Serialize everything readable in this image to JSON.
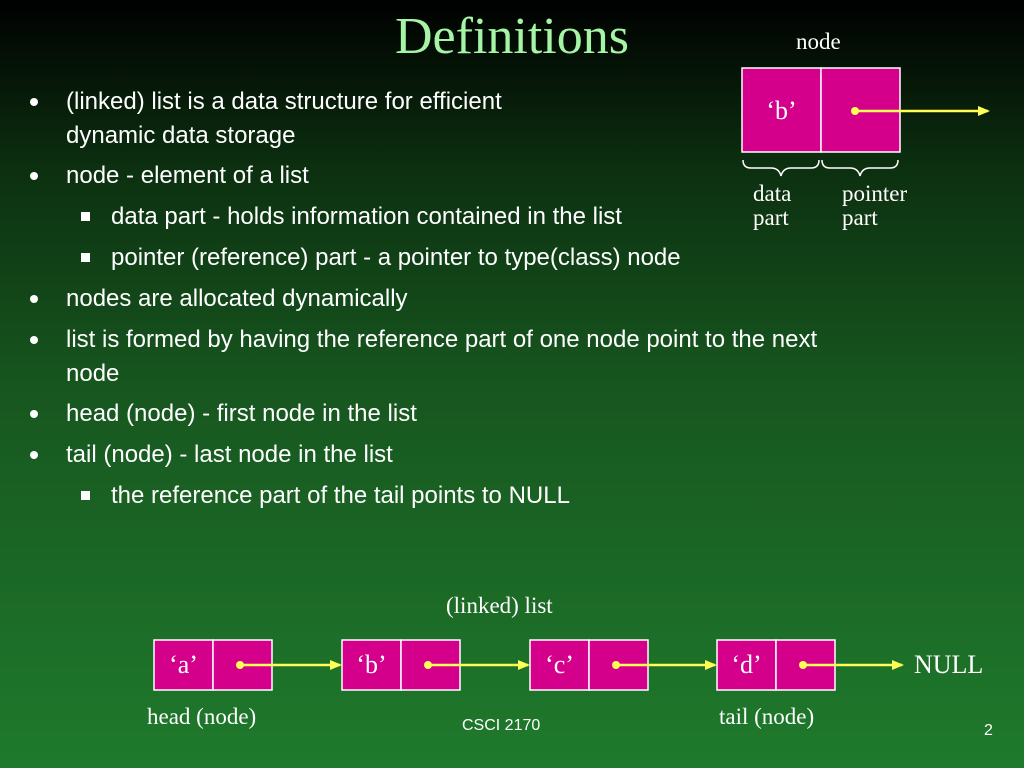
{
  "slide": {
    "title": "Definitions",
    "bullets": [
      {
        "line1": "(linked) list is a data structure for efficient",
        "line2": "dynamic data storage"
      },
      {
        "text": "node - element of a list"
      },
      {
        "text": "data part - holds information contained in the list"
      },
      {
        "text": "pointer (reference) part - a pointer to type(class) node"
      },
      {
        "text": "nodes are allocated dynamically"
      },
      {
        "line1": "list is formed by having the reference part of one node point to the next",
        "line2": "node"
      },
      {
        "text": "head (node) - first node in the list"
      },
      {
        "text": "tail (node) - last node in the list"
      },
      {
        "text": "the reference part of the tail points to NULL"
      }
    ]
  },
  "node_diagram": {
    "label": "node",
    "data_value": "‘b’",
    "data_part_line1": "data",
    "data_part_line2": "part",
    "pointer_part_line1": "pointer",
    "pointer_part_line2": "part"
  },
  "list_diagram": {
    "label": "(linked) list",
    "nodes": [
      "‘a’",
      "‘b’",
      "‘c’",
      "‘d’"
    ],
    "null_label": "NULL",
    "head_label": "head (node)",
    "tail_label": "tail (node)"
  },
  "footer": {
    "course": "CSCI 2170",
    "page_number": "2"
  },
  "colors": {
    "title": "#a6f5a6",
    "node_fill": "#d4008c",
    "arrow": "#ffff55"
  }
}
